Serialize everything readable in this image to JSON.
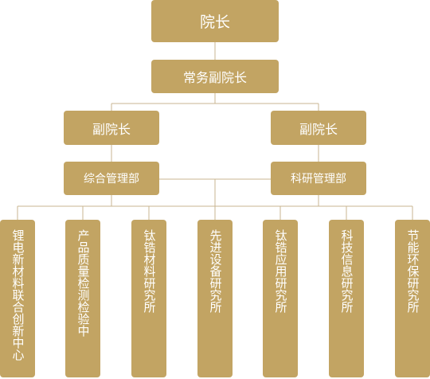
{
  "president": "院长",
  "executive_vp": "常务副院长",
  "vice_presidents": [
    "副院长",
    "副院长"
  ],
  "departments": [
    "综合管理部",
    "科研管理部"
  ],
  "institutes": [
    "锂电新材料联合创新中心",
    "产品质量检测检验中",
    "钛锆材料研究所",
    "先进设备研究所",
    "钛锆应用研究所",
    "科技信息研究所",
    "节能环保研究所"
  ],
  "colors": {
    "box": "#c2a463",
    "text": "#ffffff",
    "line": "#c8b690"
  }
}
